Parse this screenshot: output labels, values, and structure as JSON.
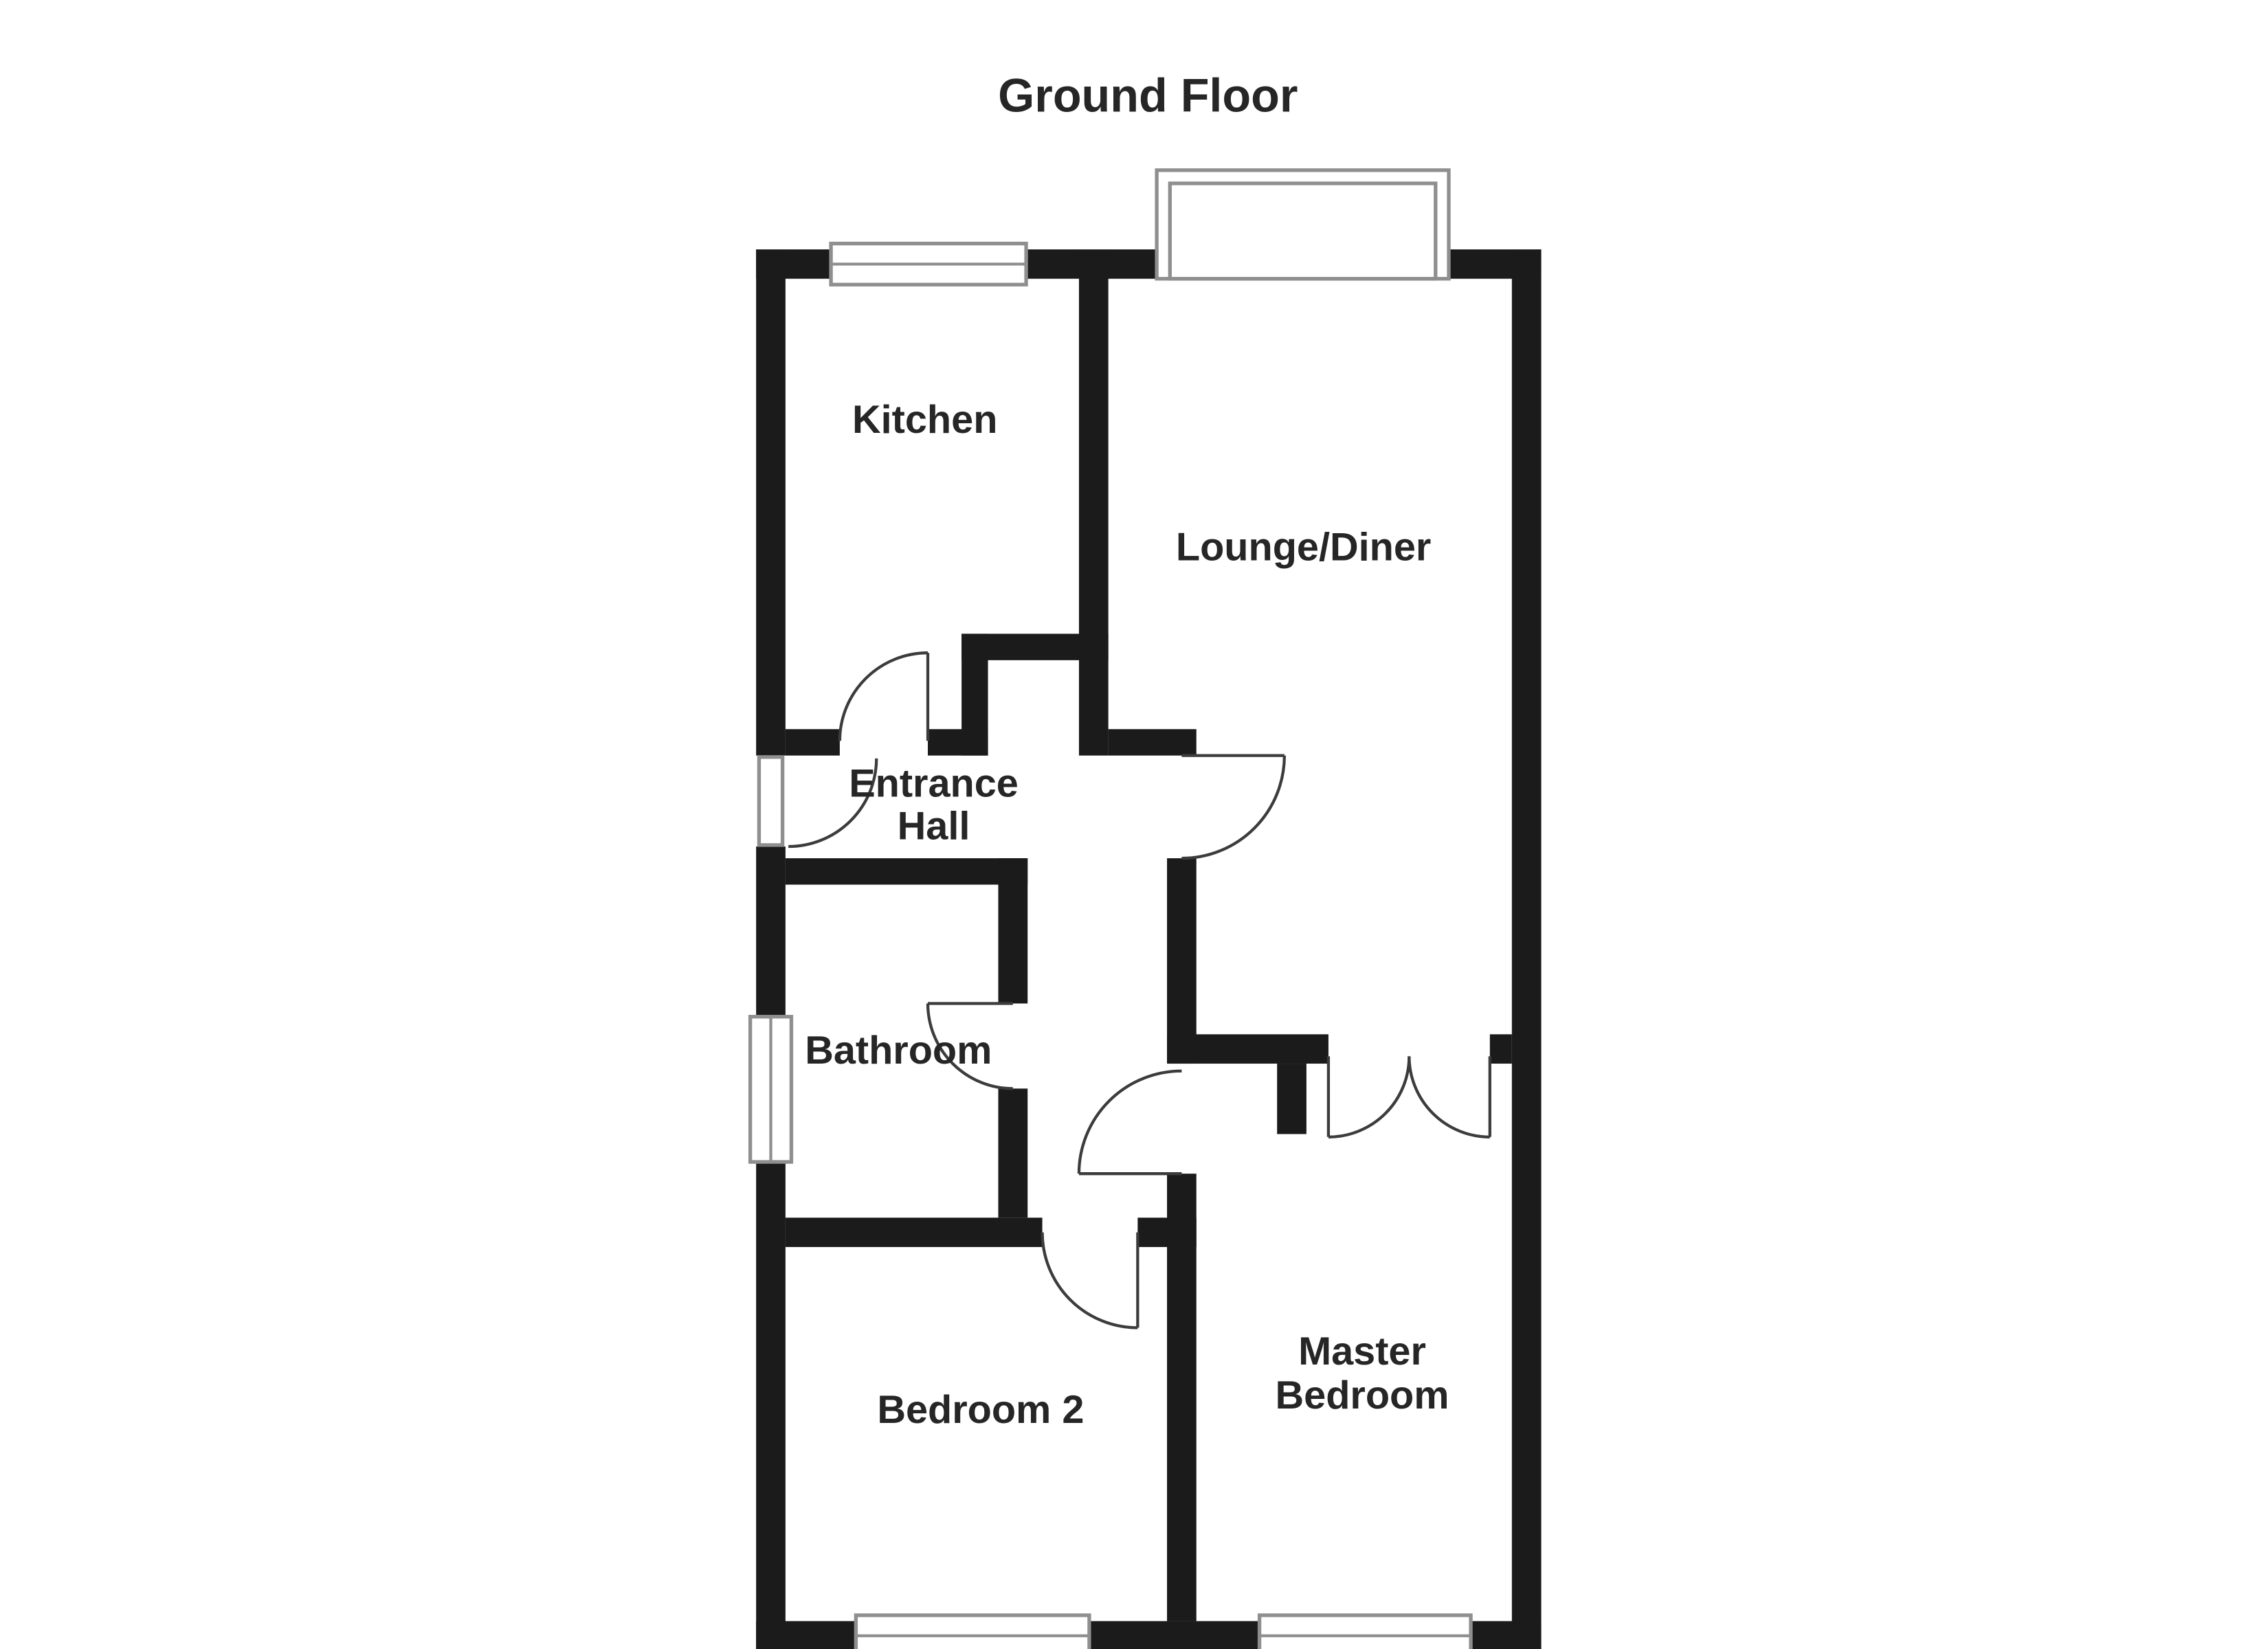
{
  "title": "Ground Floor",
  "rooms": {
    "kitchen": {
      "label": "Kitchen"
    },
    "lounge_diner": {
      "label": "Lounge/Diner"
    },
    "entrance_hall": {
      "line1": "Entrance",
      "line2": "Hall"
    },
    "bathroom": {
      "label": "Bathroom"
    },
    "bedroom_2": {
      "label": "Bedroom 2"
    },
    "master_bedroom": {
      "line1": "Master",
      "line2": "Bedroom"
    }
  },
  "colors": {
    "wall": "#1b1b1b",
    "door_arc": "#3c3c3c",
    "window_frame": "#8f8f8f",
    "label_text": "#262626",
    "background": "#ffffff"
  }
}
